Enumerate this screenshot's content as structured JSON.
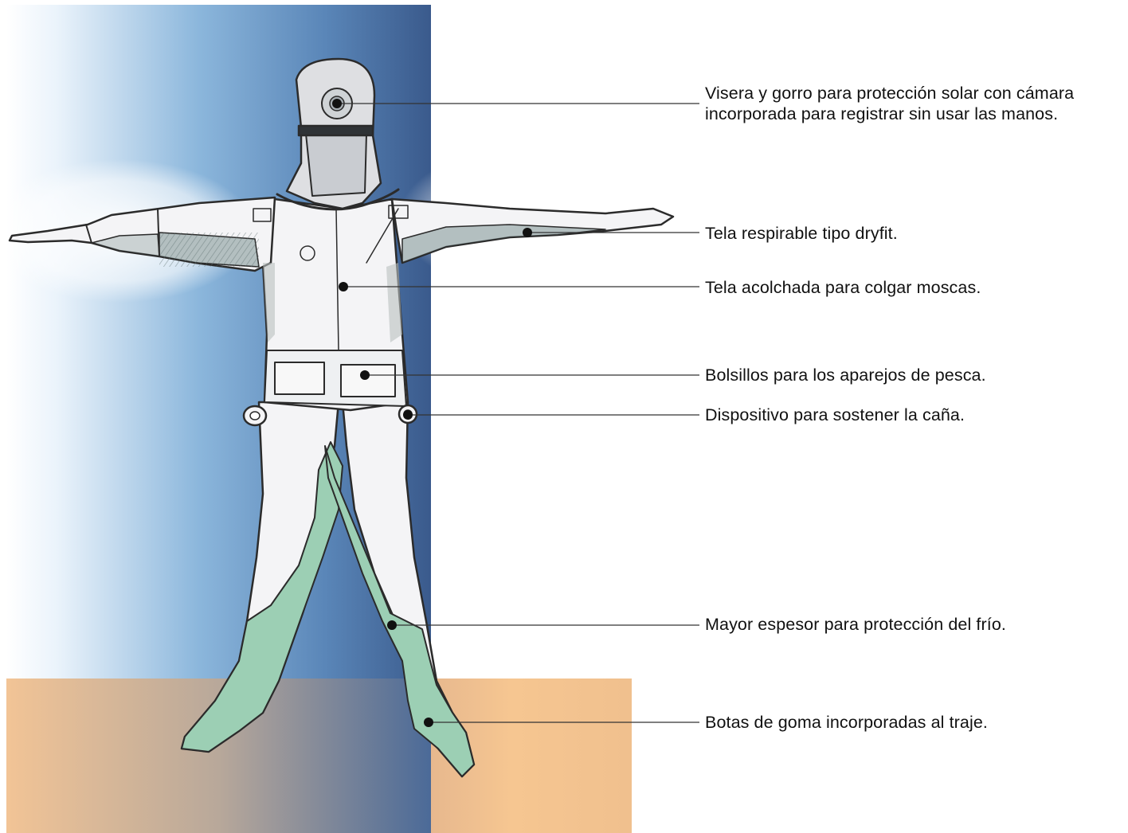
{
  "colors": {
    "sky_light": "#eaf3fb",
    "sky_mid": "#8cb7dc",
    "sky_dark": "#3a5a8c",
    "ground": "#f2c496",
    "suit": "#f4f4f6",
    "suit_shadow": "#d7dadd",
    "sleeve_patch": "#7e9393",
    "boot_green": "#9ccfb4",
    "outline": "#2b2b2b",
    "leader_line": "#333333"
  },
  "annotations": [
    {
      "id": "visor",
      "text": "Visera y gorro para protección solar con cámara\nincorporada para registrar sin usar las manos."
    },
    {
      "id": "breathable",
      "text": "Tela respirable tipo dryfit."
    },
    {
      "id": "padded",
      "text": "Tela acolchada para colgar moscas."
    },
    {
      "id": "pockets",
      "text": "Bolsillos para los aparejos de pesca."
    },
    {
      "id": "rod-holder",
      "text": "Dispositivo para sostener la caña."
    },
    {
      "id": "thickness",
      "text": "Mayor espesor para protección del frío."
    },
    {
      "id": "boots",
      "text": "Botas de goma incorporadas al traje."
    }
  ]
}
